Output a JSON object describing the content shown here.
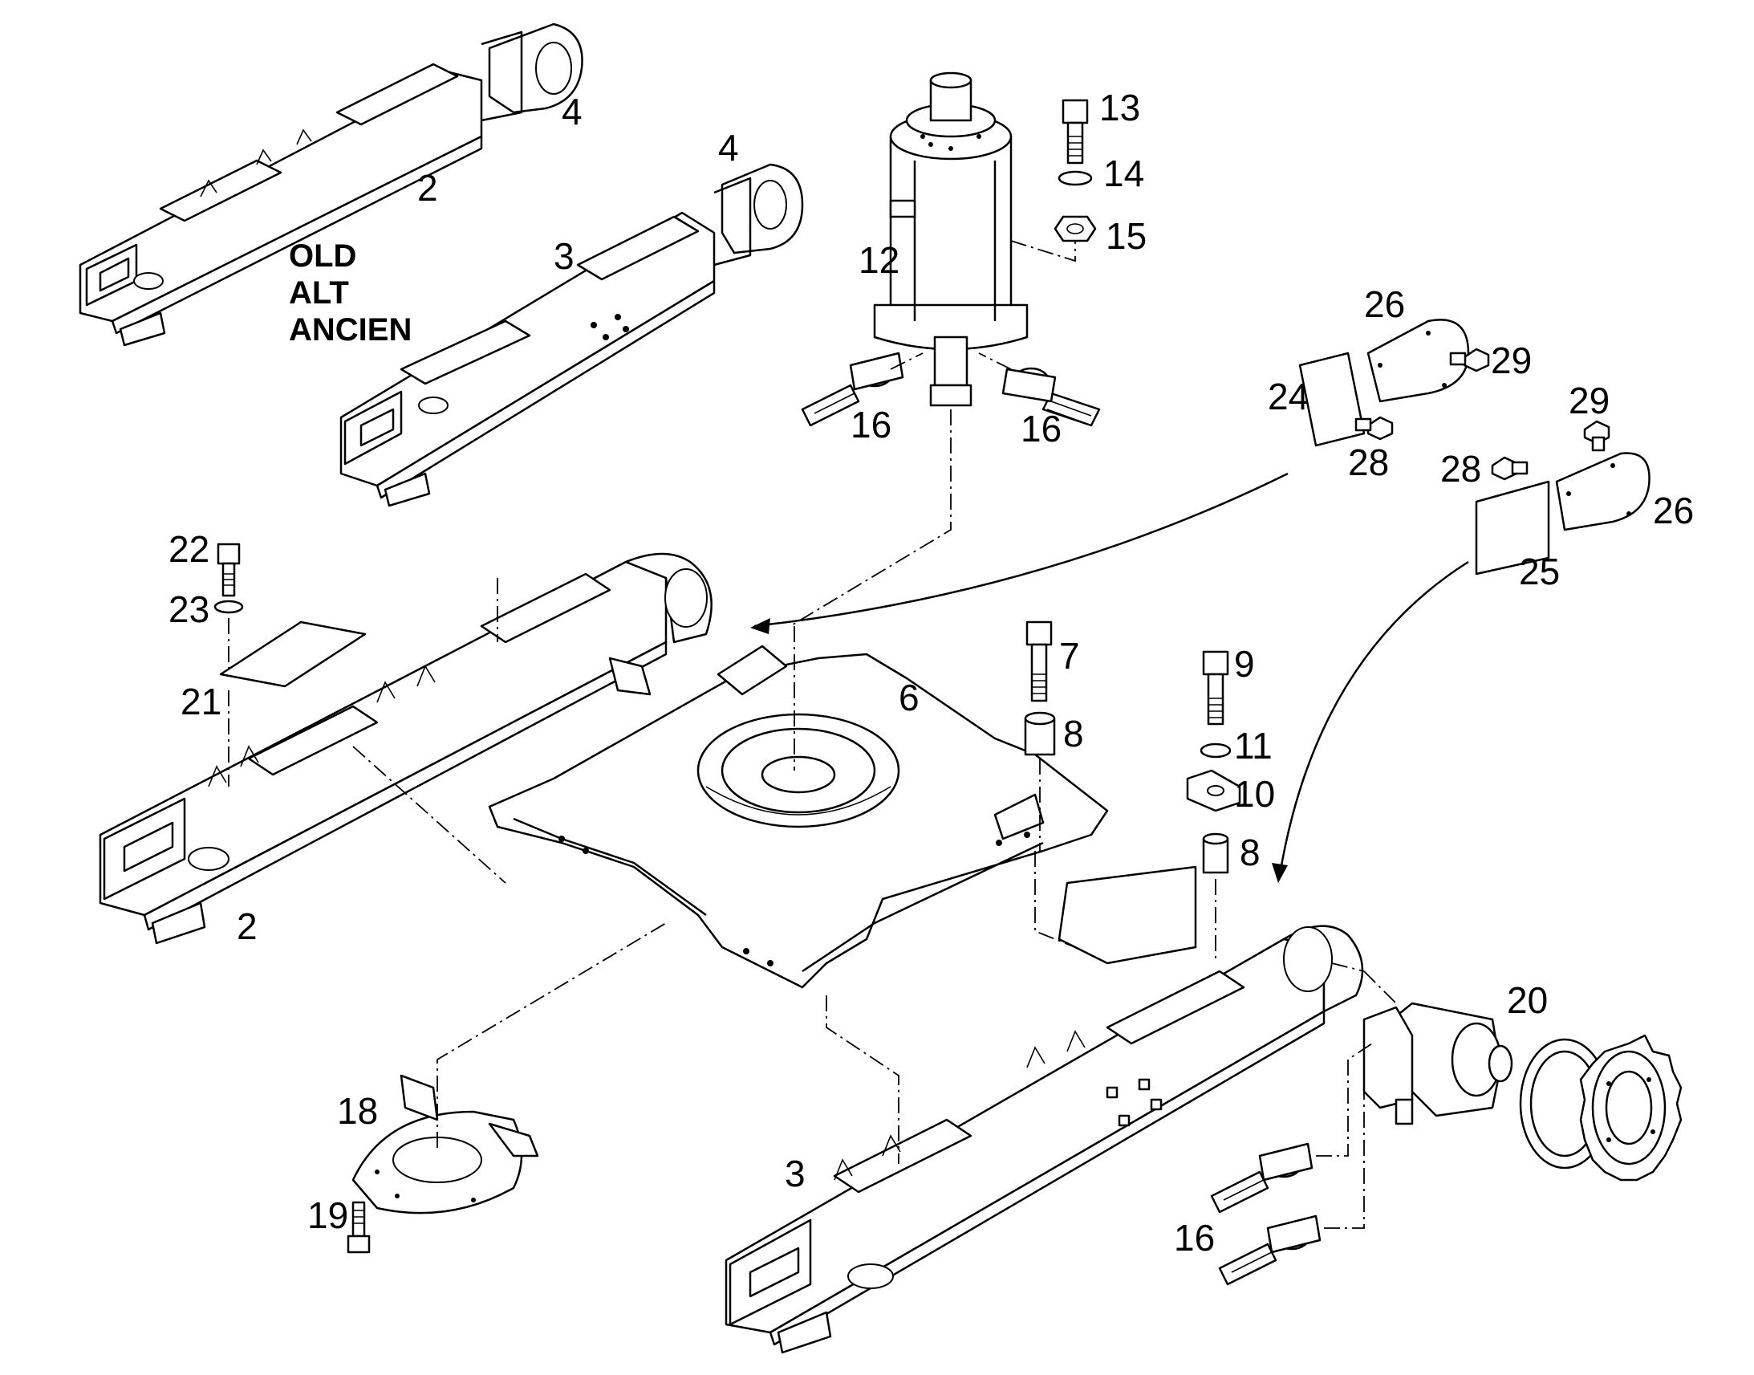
{
  "note": {
    "lines": [
      "OLD",
      "ALT",
      "ANCIEN"
    ]
  },
  "callouts": {
    "c2_old": "2",
    "c3_old": "3",
    "c4_old_a": "4",
    "c4_old_b": "4",
    "c2": "2",
    "c3": "3",
    "c6": "6",
    "c7": "7",
    "c8_a": "8",
    "c8_b": "8",
    "c9": "9",
    "c10": "10",
    "c11": "11",
    "c12": "12",
    "c13": "13",
    "c14": "14",
    "c15": "15",
    "c16_a": "16",
    "c16_b": "16",
    "c16_c": "16",
    "c18": "18",
    "c19": "19",
    "c20": "20",
    "c21": "21",
    "c22": "22",
    "c23": "23",
    "c24": "24",
    "c25": "25",
    "c26_a": "26",
    "c26_b": "26",
    "c28_a": "28",
    "c28_b": "28",
    "c29_a": "29",
    "c29_b": "29"
  }
}
